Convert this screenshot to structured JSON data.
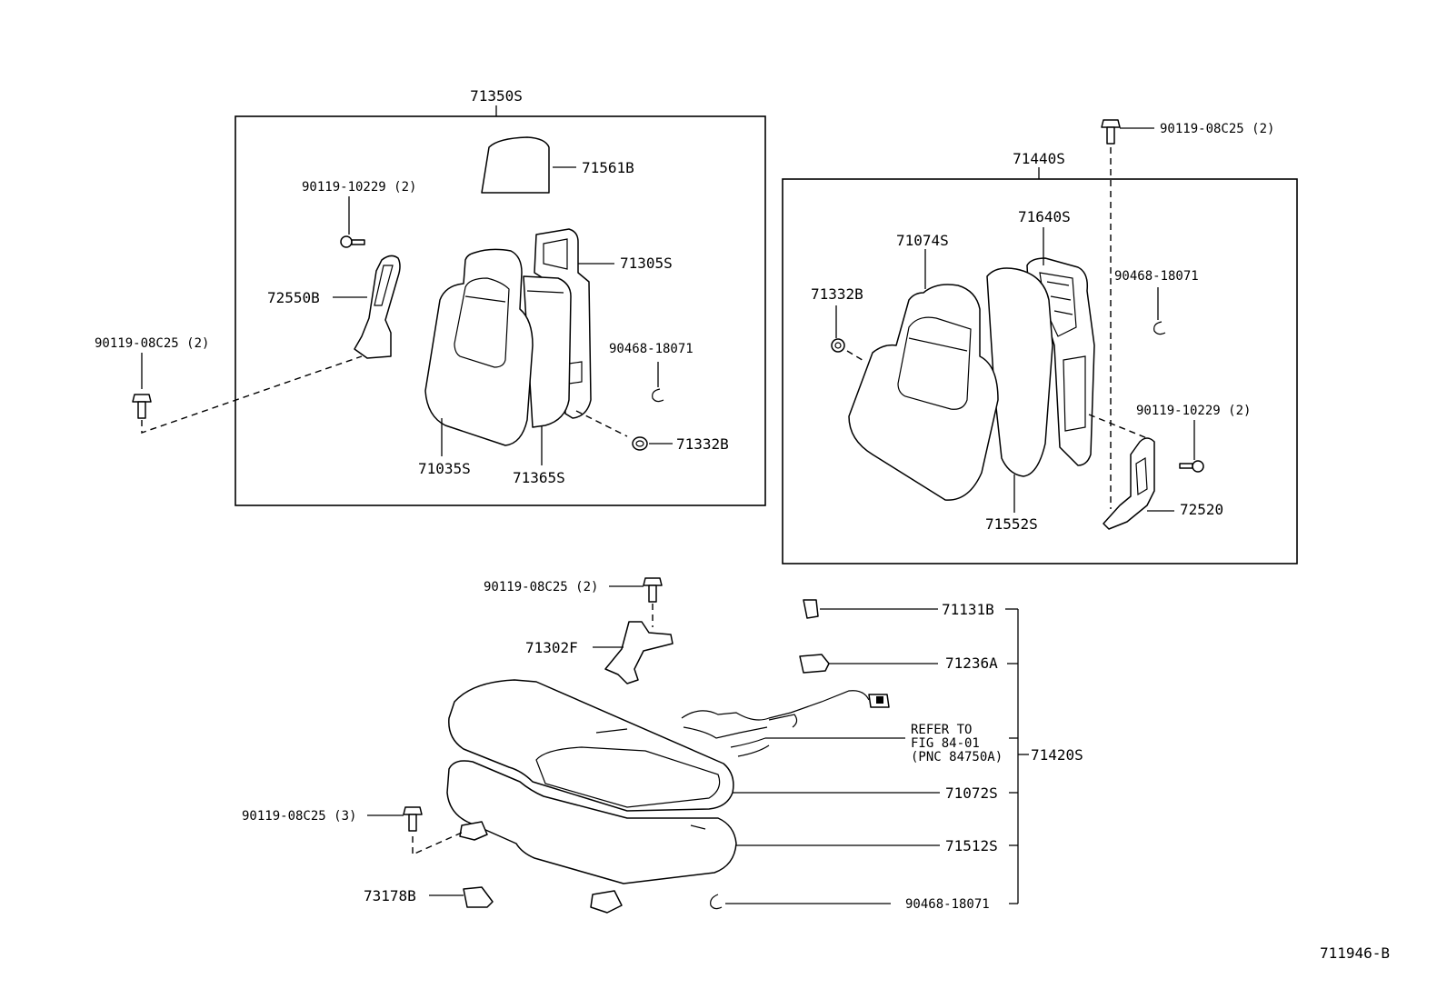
{
  "diagram_id": "711946-B",
  "groups": {
    "seatback_front": "71350S",
    "seatback_rear": "71440S",
    "cushion": "71420S"
  },
  "labels": {
    "headrest": "71561B",
    "frame_front": "71305S",
    "bolt_front_hinge": "90119-10229 (2)",
    "hinge_front": "72550B",
    "bolt_left_outer": "90119-08C25 (2)",
    "clip_front": "90468-18071",
    "cover_front": "71035S",
    "pad_front": "71365S",
    "grommet_front": "71332B",
    "bolt_top_right": "90119-08C25 (2)",
    "cover_rear": "71074S",
    "frame_rear": "71640S",
    "grommet_rear": "71332B",
    "clip_rear": "90468-18071",
    "bolt_rear_hinge": "90119-10229 (2)",
    "hinge_rear": "72520",
    "pad_rear": "71552S",
    "bolt_bracket": "90119-08C25 (2)",
    "bracket": "71302F",
    "cap": "71131B",
    "clamp": "71236A",
    "refer_line1": "REFER TO",
    "refer_line2": "FIG 84-01",
    "refer_line3": "(PNC 84750A)",
    "cushion_cover": "71072S",
    "cushion_pad": "71512S",
    "bolt_cushion": "90119-08C25 (3)",
    "stopper": "73178B",
    "clip_cushion": "90468-18071"
  }
}
